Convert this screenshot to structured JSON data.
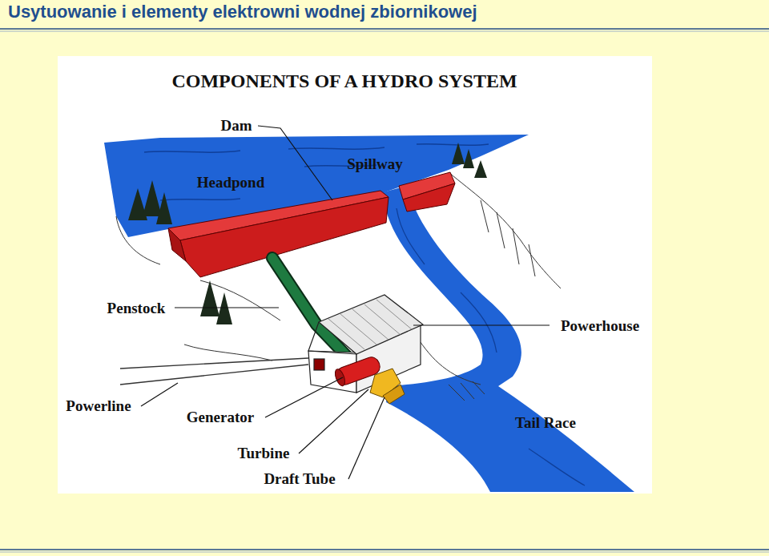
{
  "diagram": {
    "title": "Usytuowanie i elementy elektrowni wodnej zbiornikowej",
    "labels": [
      "COMPONENTS OF A HYDRO SYSTEM",
      "Dam",
      "Headpond",
      "Spillway",
      "Penstock",
      "Powerhouse",
      "Powerline",
      "Generator",
      "Turbine",
      "Draft Tube",
      "Tail Race"
    ]
  }
}
